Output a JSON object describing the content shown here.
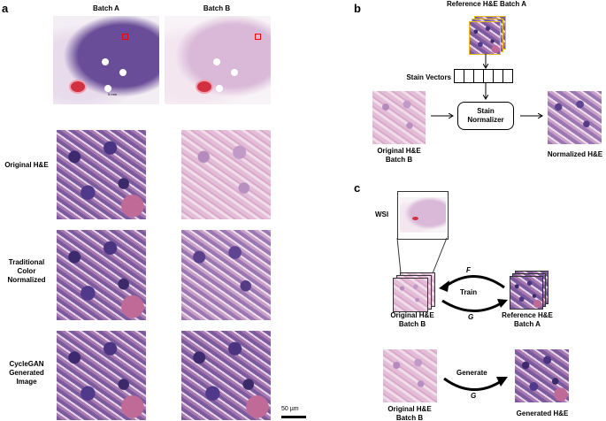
{
  "panel_a": {
    "letter": "a",
    "col_labels": [
      "Batch A",
      "Batch B"
    ],
    "row_labels": [
      "Original H&E",
      "Traditional Color Normalized",
      "CycleGAN Generated Image"
    ],
    "wsi_scale_label": "5 mm",
    "scale_bar_label": "50 µm"
  },
  "panel_b": {
    "letter": "b",
    "reference_label": "Reference H&E Batch A",
    "stain_vectors_label": "Stain Vectors",
    "normalizer_label": "Stain Normalizer",
    "input_label": "Original H&E Batch B",
    "output_label": "Normalized H&E"
  },
  "panel_c": {
    "letter": "c",
    "wsi_label": "WSI",
    "forward_label": "F",
    "train_label": "Train",
    "backward_label": "G",
    "input_label": "Original H&E Batch B",
    "reference_label": "Reference H&E Batch A",
    "generate_label": "Generate",
    "generate_g_label": "G",
    "input2_label": "Original H&E Batch B",
    "output_label": "Generated H&E"
  }
}
